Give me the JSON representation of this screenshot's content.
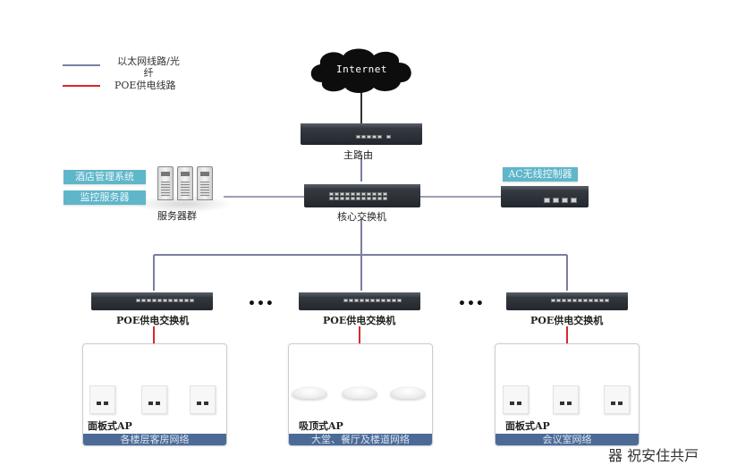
{
  "legend": {
    "items": [
      {
        "label": "以太网线路/光纤",
        "line1": "以太网线路/光",
        "line2": "纤",
        "color": "#7a7f9c"
      },
      {
        "label": "POE供电线路",
        "line1": "POE供电线路",
        "color": "#d62a2a"
      }
    ]
  },
  "internet": {
    "label": "Internet"
  },
  "main_router": {
    "label": "主路由"
  },
  "core_switch": {
    "label": "核心交换机"
  },
  "server_group": {
    "label": "服务器群",
    "tags": [
      "酒店管理系统",
      "监控服务器"
    ]
  },
  "ac_controller": {
    "label": "AC无线控制器"
  },
  "poe_switches": [
    {
      "label": "POE供电交换机"
    },
    {
      "label": "POE供电交换机"
    },
    {
      "label": "POE供电交换机"
    }
  ],
  "ellipsis": "•••",
  "zones": [
    {
      "ap_type": "面板式AP",
      "name": "各楼层客房网络",
      "ap_style": "panel",
      "ap_count": 3
    },
    {
      "ap_type": "吸顶式AP",
      "name": "大堂、餐厅及楼道网络",
      "ap_style": "ceiling",
      "ap_count": 3
    },
    {
      "ap_type": "面板式AP",
      "name": "会议室网络",
      "ap_style": "panel",
      "ap_count": 3
    }
  ],
  "colors": {
    "ethernet_line": "#7a7f9c",
    "poe_line": "#d62a2a",
    "tag_bg": "#5fb6c9",
    "zone_bar": "#4c6a96"
  },
  "watermark": "器 祝安住共戸"
}
